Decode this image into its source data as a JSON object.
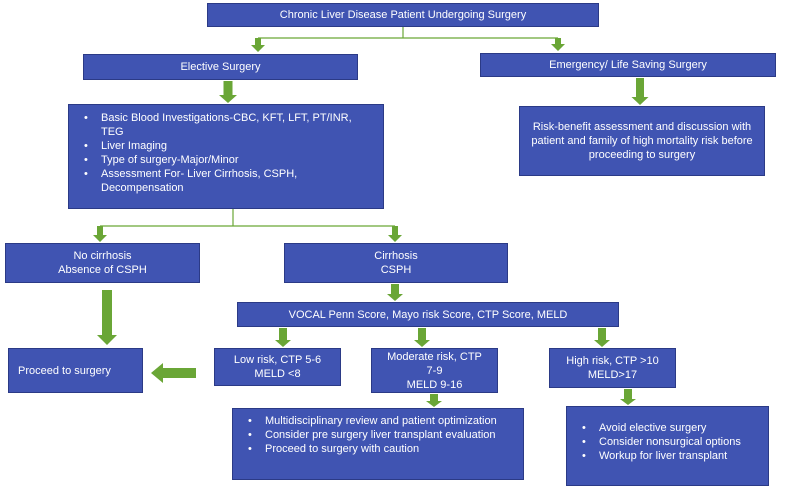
{
  "colors": {
    "box_fill": "#4054b2",
    "box_border": "#2b3a86",
    "box_text": "#ffffff",
    "arrow": "#6aa636",
    "connector": "#6aa636"
  },
  "nodes": {
    "root": {
      "text": "Chronic Liver Disease Patient Undergoing Surgery"
    },
    "elective": {
      "text": "Elective Surgery"
    },
    "emergency": {
      "text": "Emergency/ Life Saving Surgery"
    },
    "investigations": {
      "items": [
        "Basic Blood Investigations-CBC, KFT, LFT, PT/INR, TEG",
        "Liver Imaging",
        "Type of surgery-Major/Minor",
        "Assessment For- Liver Cirrhosis, CSPH, Decompensation"
      ]
    },
    "risk_benefit": {
      "text": "Risk-benefit assessment and  discussion with patient and family of  high mortality risk before proceeding to surgery"
    },
    "no_cirrhosis": {
      "line1": "No cirrhosis",
      "line2": "Absence of CSPH"
    },
    "cirrhosis": {
      "line1": "Cirrhosis",
      "line2": "CSPH"
    },
    "scores": {
      "text": "VOCAL Penn Score, Mayo risk Score, CTP Score, MELD"
    },
    "proceed": {
      "text": "Proceed to surgery"
    },
    "low_risk": {
      "line1": "Low risk, CTP 5-6",
      "line2": "MELD <8"
    },
    "moderate_risk": {
      "line1": "Moderate risk, CTP",
      "line2": "7-9",
      "line3": "MELD 9-16"
    },
    "high_risk": {
      "line1": "High risk, CTP >10",
      "line2": "MELD>17"
    },
    "moderate_actions": {
      "items": [
        "Multidisciplinary review and patient optimization",
        "Consider pre surgery liver transplant evaluation",
        "Proceed to surgery with caution"
      ]
    },
    "high_actions": {
      "items": [
        "Avoid elective surgery",
        "Consider nonsurgical options",
        "Workup for liver transplant"
      ]
    }
  }
}
